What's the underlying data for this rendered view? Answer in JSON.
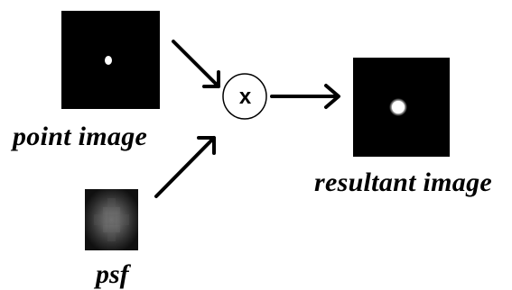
{
  "diagram": {
    "inputs": {
      "point_image_label": "point image",
      "psf_label": "psf"
    },
    "operator": {
      "symbol": "x"
    },
    "output": {
      "resultant_image_label": "resultant image"
    }
  },
  "colors": {
    "background": "#ffffff",
    "image_background": "#000000",
    "stroke": "#000000",
    "spot": "#ffffff"
  }
}
